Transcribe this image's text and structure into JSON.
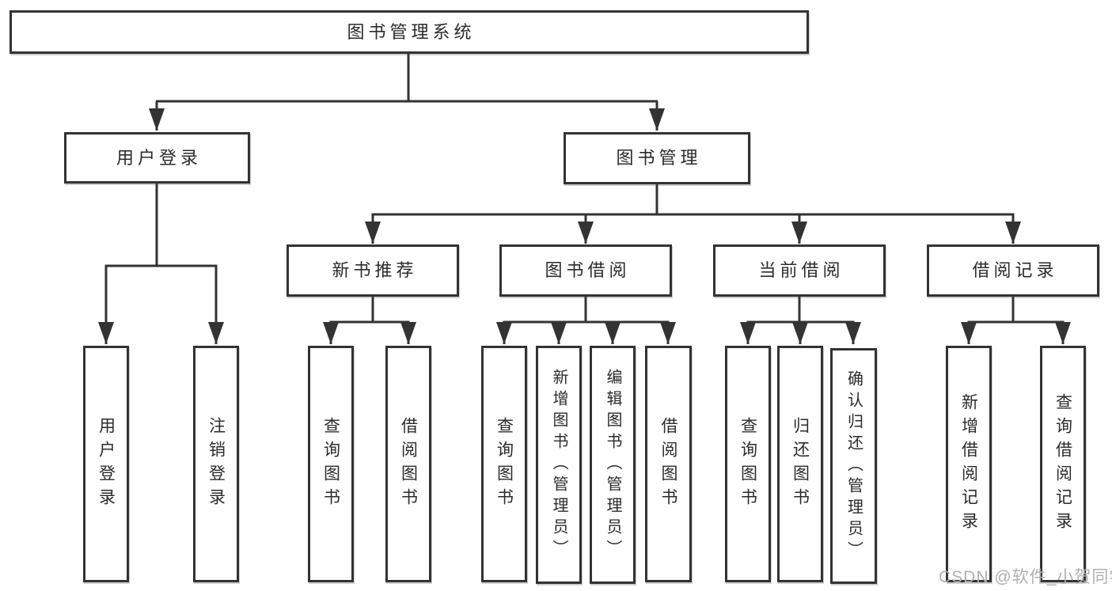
{
  "diagram_title": "图书管理系统",
  "nodes": {
    "root": {
      "label": "图书管理系统"
    },
    "userLogin": {
      "label": "用户登录"
    },
    "bookMgmt": {
      "label": "图书管理"
    },
    "newBook": {
      "label": "新书推荐"
    },
    "bookBorrow": {
      "label": "图书借阅"
    },
    "currentBorrow": {
      "label": "当前借阅"
    },
    "borrowRecord": {
      "label": "借阅记录"
    },
    "vUserLogin": {
      "label": "用户登录"
    },
    "vLogout": {
      "label": "注销登录"
    },
    "vQueryBook1": {
      "label": "查询图书"
    },
    "vBorrowBook1": {
      "label": "借阅图书"
    },
    "vQueryBook2": {
      "label": "查询图书"
    },
    "vAddBook": {
      "label": "新增图书（管理员）"
    },
    "vEditBook": {
      "label": "编辑图书（管理员）"
    },
    "vBorrowBook2": {
      "label": "借阅图书"
    },
    "vQueryBook3": {
      "label": "查询图书"
    },
    "vReturnBook": {
      "label": "归还图书"
    },
    "vConfirmReturn": {
      "label": "确认归还（管理员）"
    },
    "vAddRecord": {
      "label": "新增借阅记录"
    },
    "vQueryRecord": {
      "label": "查询借阅记录"
    }
  },
  "hierarchy": {
    "图书管理系统": {
      "用户登录": [
        "用户登录",
        "注销登录"
      ],
      "图书管理": {
        "新书推荐": [
          "查询图书",
          "借阅图书"
        ],
        "图书借阅": [
          "查询图书",
          "新增图书（管理员）",
          "编辑图书（管理员）",
          "借阅图书"
        ],
        "当前借阅": [
          "查询图书",
          "归还图书",
          "确认归还（管理员）"
        ],
        "借阅记录": [
          "新增借阅记录",
          "查询借阅记录"
        ]
      }
    }
  },
  "watermark": "CSDN @软件_小贺同学",
  "colors": {
    "line": "#333333",
    "box_border": "#333333",
    "text": "#2b2b2b",
    "box_background": "#ffffff",
    "page_background": "#ffffff",
    "watermark": "#b0b0b0"
  }
}
